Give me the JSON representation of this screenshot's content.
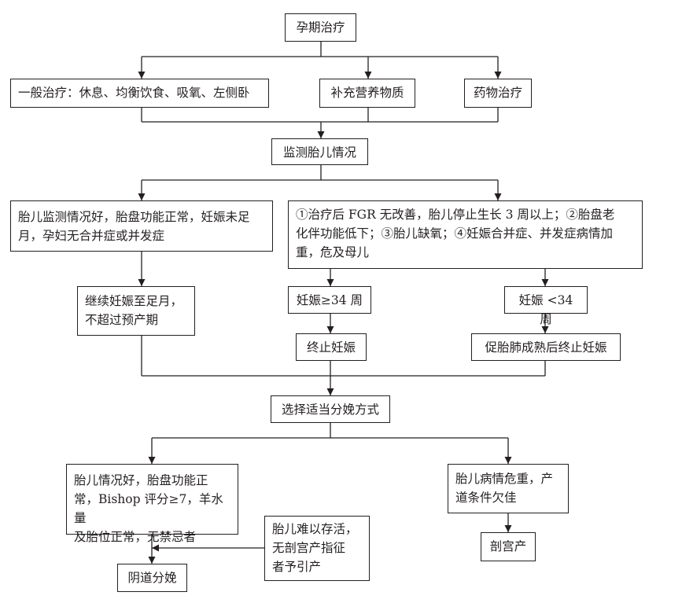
{
  "nodes": {
    "pregnancy_treatment": "孕期治疗",
    "general_treatment": "一般治疗：休息、均衡饮食、吸氧、左侧卧",
    "nutrition_supplement": "补充营养物质",
    "drug_treatment": "药物治疗",
    "fetal_monitoring": "监测胎儿情况",
    "fetus_ok": "胎儿监测情况好，胎盘功能正常，妊娠未足\n月，孕妇无合并症或并发症",
    "fetus_bad": "①治疗后 FGR 无改善，胎儿停止生长 3 周以上；②胎盘老\n化伴功能低下；③胎儿缺氧；④妊娠合并症、并发症病情加\n重，危及母儿",
    "continue_pregnancy": "继续妊娠至足月，\n不超过预产期",
    "ga_ge_34": "妊娠≥34 周",
    "ga_lt_34": "妊娠 <34 周",
    "terminate": "终止妊娠",
    "promote_lung": "促胎肺成熟后终止妊娠",
    "choose_delivery": "选择适当分娩方式",
    "good_condition": "胎儿情况好，胎盘功能正\n常，Bishop 评分≥7，羊水量\n及胎位正常，无禁忌者",
    "critical": "胎儿病情危重，产\n道条件欠佳",
    "hard_to_survive": "胎儿难以存活，\n无剖宫产指征\n者予引产",
    "vaginal_delivery": "阴道分娩",
    "cesarean": "剖宫产"
  },
  "colors": {
    "line": "#231f20",
    "text": "#231f20",
    "background": "#ffffff"
  }
}
